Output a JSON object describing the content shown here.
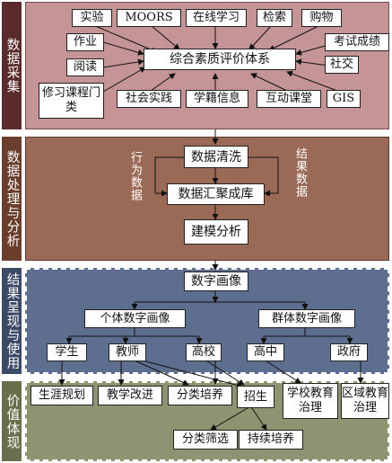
{
  "sections": {
    "collect": "数据采集",
    "process": "数据处理与分析",
    "present": "结果呈现与使用",
    "value": "价值体现"
  },
  "collect": {
    "center": "综合素质评价体系",
    "sources": [
      "实验",
      "MOORS",
      "在线学习",
      "检索",
      "购物",
      "作业",
      "考试成绩",
      "阅读",
      "社交",
      "修习课程门类",
      "社会实践",
      "学籍信息",
      "互动课堂",
      "GIS"
    ]
  },
  "process": {
    "clean": "数据清洗",
    "aggregate": "数据汇聚成库",
    "model": "建模分析",
    "behavior_label": "行为数据",
    "result_label": "结果数据"
  },
  "present": {
    "portrait": "数字画像",
    "individual": "个体数字画像",
    "group": "群体数字画像",
    "student": "学生",
    "teacher": "教师",
    "university": "高校",
    "highschool": "高中",
    "government": "政府"
  },
  "value": {
    "career": "生涯规划",
    "teaching": "教学改进",
    "classified": "分类培养",
    "enroll": "招生",
    "school_gov": "学校教育治理",
    "region_gov": "区域教育治理",
    "screening": "分类筛选",
    "continuous": "持续培养"
  },
  "colors": {
    "collect_bg": "#c49496",
    "collect_side": "#5a2a2c",
    "process_bg": "#9b6a57",
    "process_side": "#6b3d2c",
    "present_bg": "#5e6e8e",
    "present_side": "#3d4a67",
    "value_bg": "#8e9372",
    "value_side": "#696e4c"
  }
}
